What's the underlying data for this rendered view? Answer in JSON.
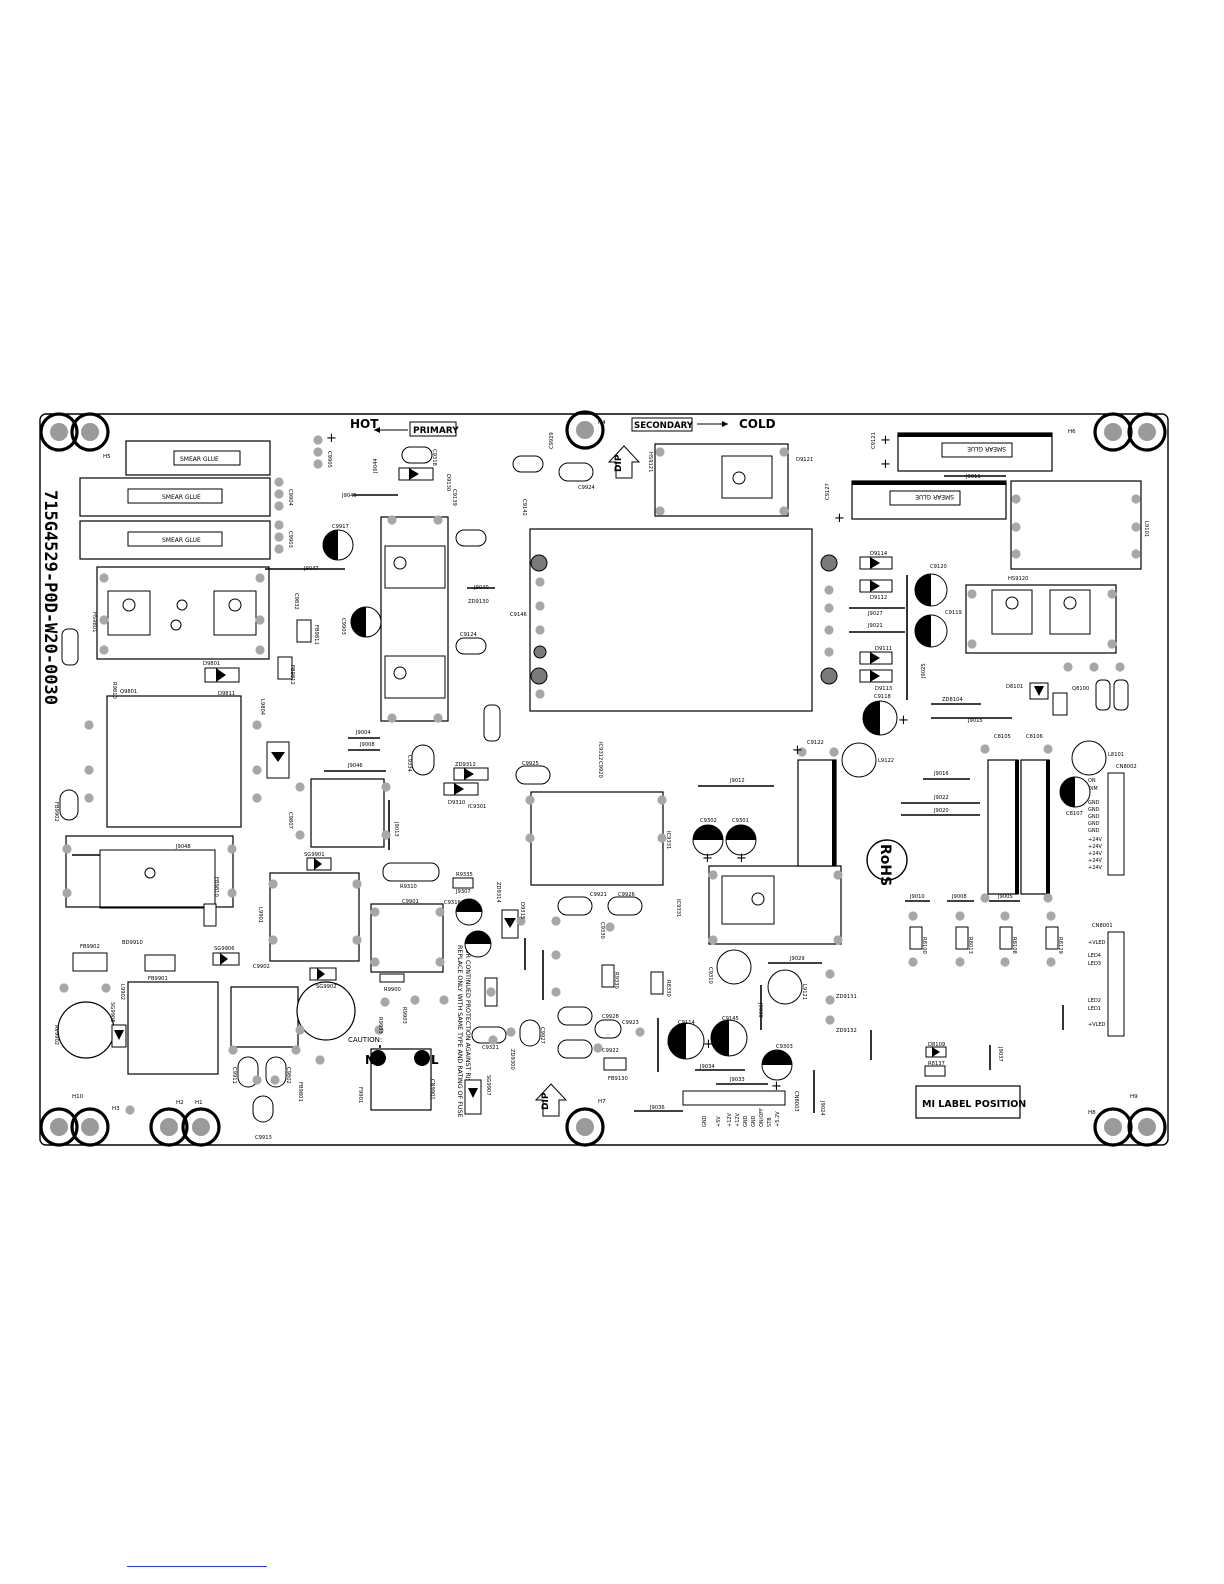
{
  "board": {
    "part_number": "715G4529-P0D-W20-0030",
    "hot_label": "HOT",
    "primary_label": "PRIMARY",
    "secondary_label": "SECONDARY",
    "cold_label": "COLD",
    "rohs_label": "RoHS",
    "mi_label": "MI LABEL POSITION",
    "dip_label": "DIP",
    "smear_glue": "SMEAR GLUE",
    "caution_label": "CAUTION:",
    "caution_text_1": "FOR CONTINUED PROTECTION AGAINST RISK OF FIRE",
    "caution_text_2": "REPLACE ONLY WITH SAME TYPE AND RATING OF FUSE",
    "neutral_label": "N",
    "line_label": "L"
  },
  "components": [
    {
      "ref": "C9905"
    },
    {
      "ref": "C9904"
    },
    {
      "ref": "C9903"
    },
    {
      "ref": "C9917"
    },
    {
      "ref": "J9045"
    },
    {
      "ref": "J9044"
    },
    {
      "ref": "C9318"
    },
    {
      "ref": "D9130"
    },
    {
      "ref": "C9929"
    },
    {
      "ref": "C9924"
    },
    {
      "ref": "C9139"
    },
    {
      "ref": "C9142"
    },
    {
      "ref": "HS9121"
    },
    {
      "ref": "D9121"
    },
    {
      "ref": "C9121"
    },
    {
      "ref": "C9127"
    },
    {
      "ref": "J9011"
    },
    {
      "ref": "L9101"
    },
    {
      "ref": "J9047"
    },
    {
      "ref": "HS9801"
    },
    {
      "ref": "C9832"
    },
    {
      "ref": "FB9811"
    },
    {
      "ref": "C9903"
    },
    {
      "ref": "D9114"
    },
    {
      "ref": "D9112"
    },
    {
      "ref": "C9120"
    },
    {
      "ref": "C9119"
    },
    {
      "ref": "HS9120"
    },
    {
      "ref": "J9040"
    },
    {
      "ref": "ZD9130"
    },
    {
      "ref": "C9146"
    },
    {
      "ref": "C9124"
    },
    {
      "ref": "J9027"
    },
    {
      "ref": "J9021"
    },
    {
      "ref": "D9111"
    },
    {
      "ref": "D9113"
    },
    {
      "ref": "J9025"
    },
    {
      "ref": "D8101"
    },
    {
      "ref": "Q9801"
    },
    {
      "ref": "D9801"
    },
    {
      "ref": "D9811"
    },
    {
      "ref": "L9804"
    },
    {
      "ref": "FB9812"
    },
    {
      "ref": "R9810"
    },
    {
      "ref": "ZD8104"
    },
    {
      "ref": "J9015"
    },
    {
      "ref": "C9118"
    },
    {
      "ref": "Q8100"
    },
    {
      "ref": "J9004"
    },
    {
      "ref": "J9008"
    },
    {
      "ref": "C9334"
    },
    {
      "ref": "IC9312"
    },
    {
      "ref": "C9925"
    },
    {
      "ref": "C9920"
    },
    {
      "ref": "C9122"
    },
    {
      "ref": "L9122"
    },
    {
      "ref": "C8105"
    },
    {
      "ref": "C8106"
    },
    {
      "ref": "L8101"
    },
    {
      "ref": "CN8002"
    },
    {
      "ref": "J9046"
    },
    {
      "ref": "ZD9312"
    },
    {
      "ref": "D9310"
    },
    {
      "ref": "IC9301"
    },
    {
      "ref": "J9012"
    },
    {
      "ref": "J9016"
    },
    {
      "ref": "J9022"
    },
    {
      "ref": "J9020"
    },
    {
      "ref": "C8107"
    },
    {
      "ref": "FB9902"
    },
    {
      "ref": "C9807"
    },
    {
      "ref": "J9013"
    },
    {
      "ref": "IC9331"
    },
    {
      "ref": "C9302"
    },
    {
      "ref": "C9301"
    },
    {
      "ref": "J9048"
    },
    {
      "ref": "SG9901"
    },
    {
      "ref": "R9310"
    },
    {
      "ref": "R9335"
    },
    {
      "ref": "J9307"
    },
    {
      "ref": "FB9810"
    },
    {
      "ref": "L9901"
    },
    {
      "ref": "C9901"
    },
    {
      "ref": "C9316"
    },
    {
      "ref": "ZD9314"
    },
    {
      "ref": "D9315"
    },
    {
      "ref": "C9921"
    },
    {
      "ref": "C9926"
    },
    {
      "ref": "C9330"
    },
    {
      "ref": "IC9331"
    },
    {
      "ref": "J9010"
    },
    {
      "ref": "J9008"
    },
    {
      "ref": "J9005"
    },
    {
      "ref": "CN8001"
    },
    {
      "ref": "BD9910"
    },
    {
      "ref": "SG9906"
    },
    {
      "ref": "C9902"
    },
    {
      "ref": "R9330"
    },
    {
      "ref": "R8330"
    },
    {
      "ref": "C9310"
    },
    {
      "ref": "L9121"
    },
    {
      "ref": "J9029"
    },
    {
      "ref": "J9030"
    },
    {
      "ref": "R8100"
    },
    {
      "ref": "R8013"
    },
    {
      "ref": "R8108"
    },
    {
      "ref": "R8129"
    },
    {
      "ref": "FB9902"
    },
    {
      "ref": "FB9901"
    },
    {
      "ref": "L9902"
    },
    {
      "ref": "SG9905"
    },
    {
      "ref": "SG9902"
    },
    {
      "ref": "R9900"
    },
    {
      "ref": "R9903"
    },
    {
      "ref": "R9933"
    },
    {
      "ref": "ZD9131"
    },
    {
      "ref": "ZD9132"
    },
    {
      "ref": "RV9902"
    },
    {
      "ref": "C9911"
    },
    {
      "ref": "C9802"
    },
    {
      "ref": "FB9801"
    },
    {
      "ref": "F9901"
    },
    {
      "ref": "CN9901"
    },
    {
      "ref": "C9321"
    },
    {
      "ref": "ZD9300"
    },
    {
      "ref": "C9927"
    },
    {
      "ref": "C9928"
    },
    {
      "ref": "C9923"
    },
    {
      "ref": "C9922"
    },
    {
      "ref": "FB9130"
    },
    {
      "ref": "C9114"
    },
    {
      "ref": "C9145"
    },
    {
      "ref": "C9303"
    },
    {
      "ref": "J9034"
    },
    {
      "ref": "J9033"
    },
    {
      "ref": "D8109"
    },
    {
      "ref": "R8137"
    },
    {
      "ref": "SG9907"
    },
    {
      "ref": "C9913"
    },
    {
      "ref": "J9036"
    },
    {
      "ref": "CN8003"
    },
    {
      "ref": "J9024"
    },
    {
      "ref": "J9037"
    }
  ],
  "connector_pins": {
    "cn8002": [
      "ON",
      "DIM",
      "GND",
      "GND",
      "GND",
      "GND",
      "GND",
      "+24V",
      "+24V",
      "+24V",
      "+24V",
      "+24V"
    ],
    "cn8001": [
      "+VLED",
      "LED4",
      "LED3",
      "LED2",
      "LED1",
      "+VLED"
    ],
    "cn8003": [
      "+5.2V",
      "STB",
      "ON/OFF",
      "GND",
      "GND",
      "+12V",
      "+12V",
      "+5V",
      "GND"
    ]
  },
  "mount_holes": [
    "H5",
    "H4",
    "H6",
    "H3",
    "H2",
    "H1",
    "H7",
    "H8",
    "H9",
    "H10"
  ]
}
